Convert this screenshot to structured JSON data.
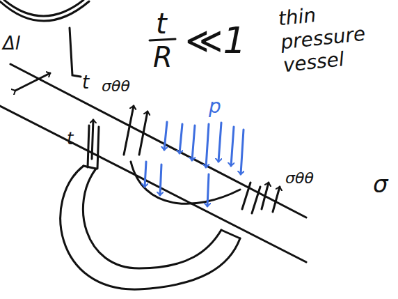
{
  "diagram": {
    "labels": [
      "t",
      "t",
      "R",
      "≪1",
      "thin pressure vessel",
      "Δl",
      "σθθ",
      "p",
      "t",
      "σθθ",
      "σ"
    ]
  }
}
